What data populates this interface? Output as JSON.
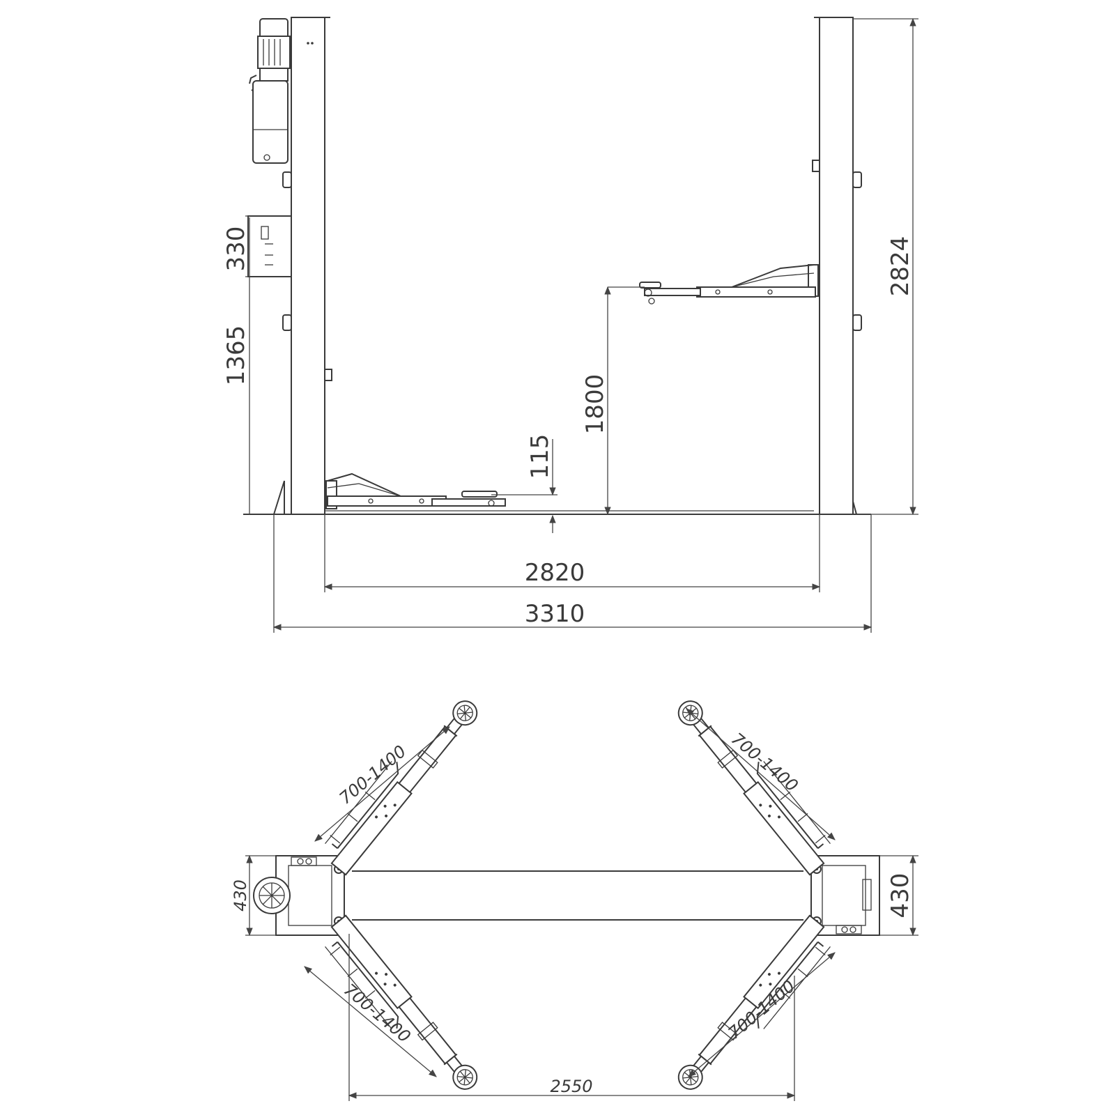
{
  "front_view": {
    "dim_overall_height": "2824",
    "dim_pad_height": "330",
    "dim_pad_base": "1365",
    "dim_lift_height": "1800",
    "dim_min_height": "115",
    "dim_inner_width": "2820",
    "dim_overall_width": "3310"
  },
  "plan_view": {
    "dim_left_column_depth": "430",
    "dim_right_column_depth": "430",
    "dim_arm_top_left": "700-1400",
    "dim_arm_top_right": "700-1400",
    "dim_arm_bottom_left": "700-1400",
    "dim_arm_bottom_right": "700-1400",
    "dim_arm_spread": "2550"
  }
}
